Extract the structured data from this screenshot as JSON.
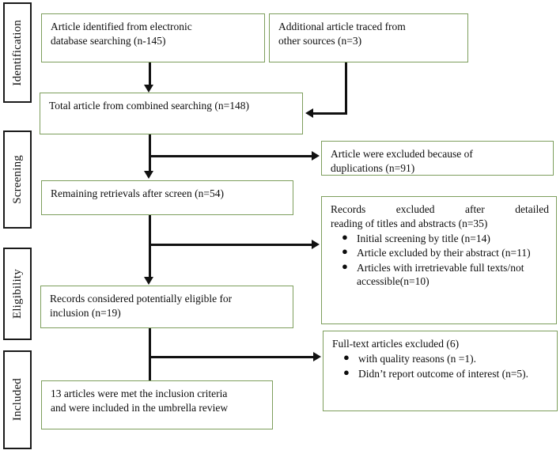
{
  "diagram": {
    "title": "PRISMA flow diagram",
    "accent_green": "#7d9e5c",
    "line_black": "#111111",
    "background": "#ffffff"
  },
  "stages": [
    {
      "id": "identification",
      "label": "Identification"
    },
    {
      "id": "screening",
      "label": "Screening"
    },
    {
      "id": "eligibility",
      "label": "Eligibility"
    },
    {
      "id": "included",
      "label": "Included"
    }
  ],
  "nodes": {
    "database_search": {
      "line1": "Article identified from electronic",
      "line2": "database searching (n-145)"
    },
    "other_sources": {
      "line1": "Additional article traced from",
      "line2": "other sources (n=3)"
    },
    "total_combined": {
      "line1": "Total article from combined searching (n=148)"
    },
    "duplicates_excluded": {
      "line1": "Article were excluded because of",
      "line2": "duplications (n=91)"
    },
    "remaining_after_screen": {
      "line1": "Remaining retrievals after screen (n=54)"
    },
    "records_excluded_detailed": {
      "line1": "Records    excluded    after    detailed",
      "line2": "reading of titles and abstracts (n=35)",
      "bullets": [
        "Initial screening by title (n=14)",
        "Article excluded by their abstract (n=11)",
        "Articles with irretrievable full texts/not accessible(n=10)"
      ]
    },
    "potentially_eligible": {
      "line1": "Records considered potentially eligible for",
      "line2": "inclusion (n=19)"
    },
    "fulltext_excluded": {
      "line1": "Full-text articles excluded (6)",
      "bullets": [
        "with quality reasons (n =1).",
        "Didn’t report outcome of interest (n=5)."
      ]
    },
    "included_final": {
      "line1": "13 articles were met the inclusion criteria",
      "line2": "and were included in the umbrella review"
    }
  },
  "bullet_glyph": "●"
}
